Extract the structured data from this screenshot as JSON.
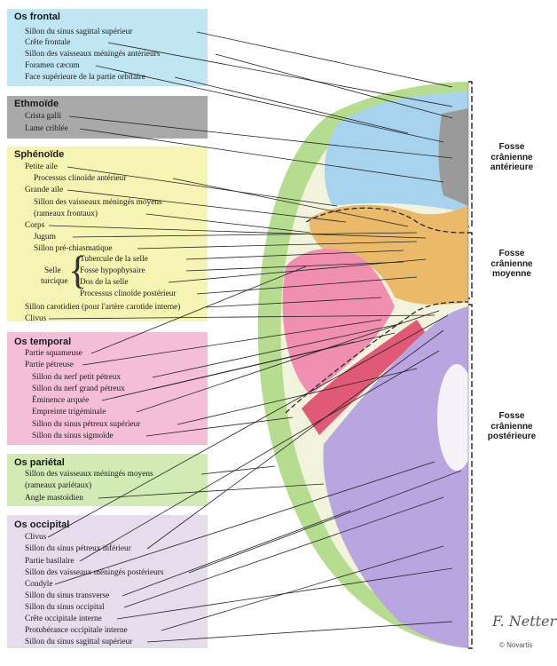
{
  "groups": {
    "frontal": {
      "title": "Os frontal",
      "color": "#bfe6f2",
      "labels": [
        "Sillon du sinus sagittal supérieur",
        "Crête frontale",
        "Sillon des vaisseaux méningés antérieurs",
        "Foramen cæcum",
        "Face supérieure de la partie orbitaire"
      ]
    },
    "ethmoide": {
      "title": "Ethmoïde",
      "color": "#a9a9a9",
      "labels": [
        "Crista galli",
        "Lame criblée"
      ]
    },
    "sphenoide": {
      "title": "Sphénoïde",
      "color": "#f6f4b2",
      "labels": [
        "Petite aile",
        "Processus clinoïde antérieur",
        "Grande aile",
        "Sillon des vaisseaux méningés moyens",
        "(rameaux frontaux)",
        "Corps",
        "Jugum",
        "Sillon pré-chiasmatique",
        "Tubercule de la selle",
        "Fosse hypophysaire",
        "Dos de la selle",
        "Processus clinoïde postérieur",
        "Sillon carotidien (pour l'artère carotide interne)",
        "Clivus"
      ],
      "selle_turcique": [
        "Selle",
        "turcique"
      ]
    },
    "temporal": {
      "title": "Os temporal",
      "color": "#f4bfd6",
      "labels": [
        "Partie squameuse",
        "Partie pétreuse",
        "Sillon du nerf petit pétreux",
        "Sillon du nerf grand pétreux",
        "Éminence arquée",
        "Empreinte trigéminale",
        "Sillon du sinus pétreux supérieur",
        "Sillon du sinus sigmoïde"
      ]
    },
    "parietal": {
      "title": "Os pariétal",
      "color": "#d2ebb5",
      "labels": [
        "Sillon des vaisseaux méningés moyens",
        "(rameaux pariétaux)",
        "Angle mastoïdien"
      ]
    },
    "occipital": {
      "title": "Os occipital",
      "color": "#e6dcec",
      "labels": [
        "Clivus",
        "Sillon du sinus pétreux inférieur",
        "Partie basilaire",
        "Sillon des vaisseaux méningés postérieurs",
        "Condyle",
        "Sillon du sinus transverse",
        "Sillon du sinus occipital",
        "Crête occipitale interne",
        "Protubérance occipitale interne",
        "Sillon du sinus sagittal supérieur"
      ]
    }
  },
  "fossae": {
    "anterieure": [
      "Fosse",
      "crânienne",
      "antérieure"
    ],
    "moyenne": [
      "Fosse",
      "crânienne",
      "moyenne"
    ],
    "posterieure": [
      "Fosse",
      "crânienne",
      "postérieure"
    ]
  },
  "bone_colors": {
    "frontal": "#a8d3ee",
    "ethmoide": "#9a9a9a",
    "sphenoide": "#eab96a",
    "temporal": "#f08aa8",
    "parietal": "#b6dd8f",
    "occipital": "#b9a6e0",
    "petrous": "#e05a78"
  },
  "signature": "F. Netter",
  "copyright": "© Novartis"
}
